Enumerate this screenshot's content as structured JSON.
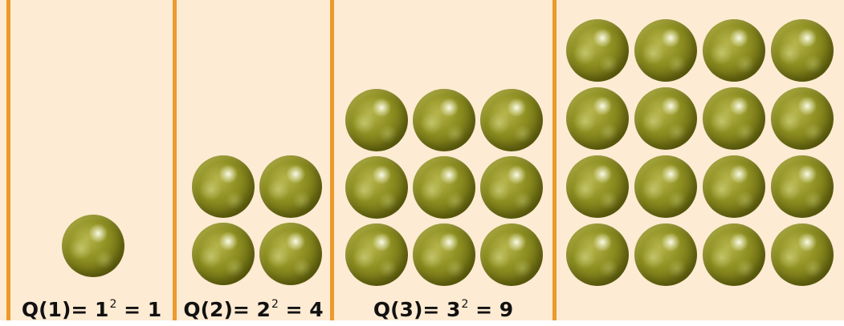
{
  "panels": [
    {
      "side": 1,
      "label": {
        "prefix": "Q(1)= ",
        "base": "1",
        "exponent": "2",
        "suffix": " = 1"
      }
    },
    {
      "side": 2,
      "label": {
        "prefix": "Q(2)= ",
        "base": "2",
        "exponent": "2",
        "suffix": " = 4"
      }
    },
    {
      "side": 3,
      "label": {
        "prefix": "Q(3)= ",
        "base": "3",
        "exponent": "2",
        "suffix": " = 9"
      }
    },
    {
      "side": 4
    }
  ],
  "colors": {
    "background": "#fdebd3",
    "divider": "#ec9a2b",
    "marble": "#8f9022"
  }
}
